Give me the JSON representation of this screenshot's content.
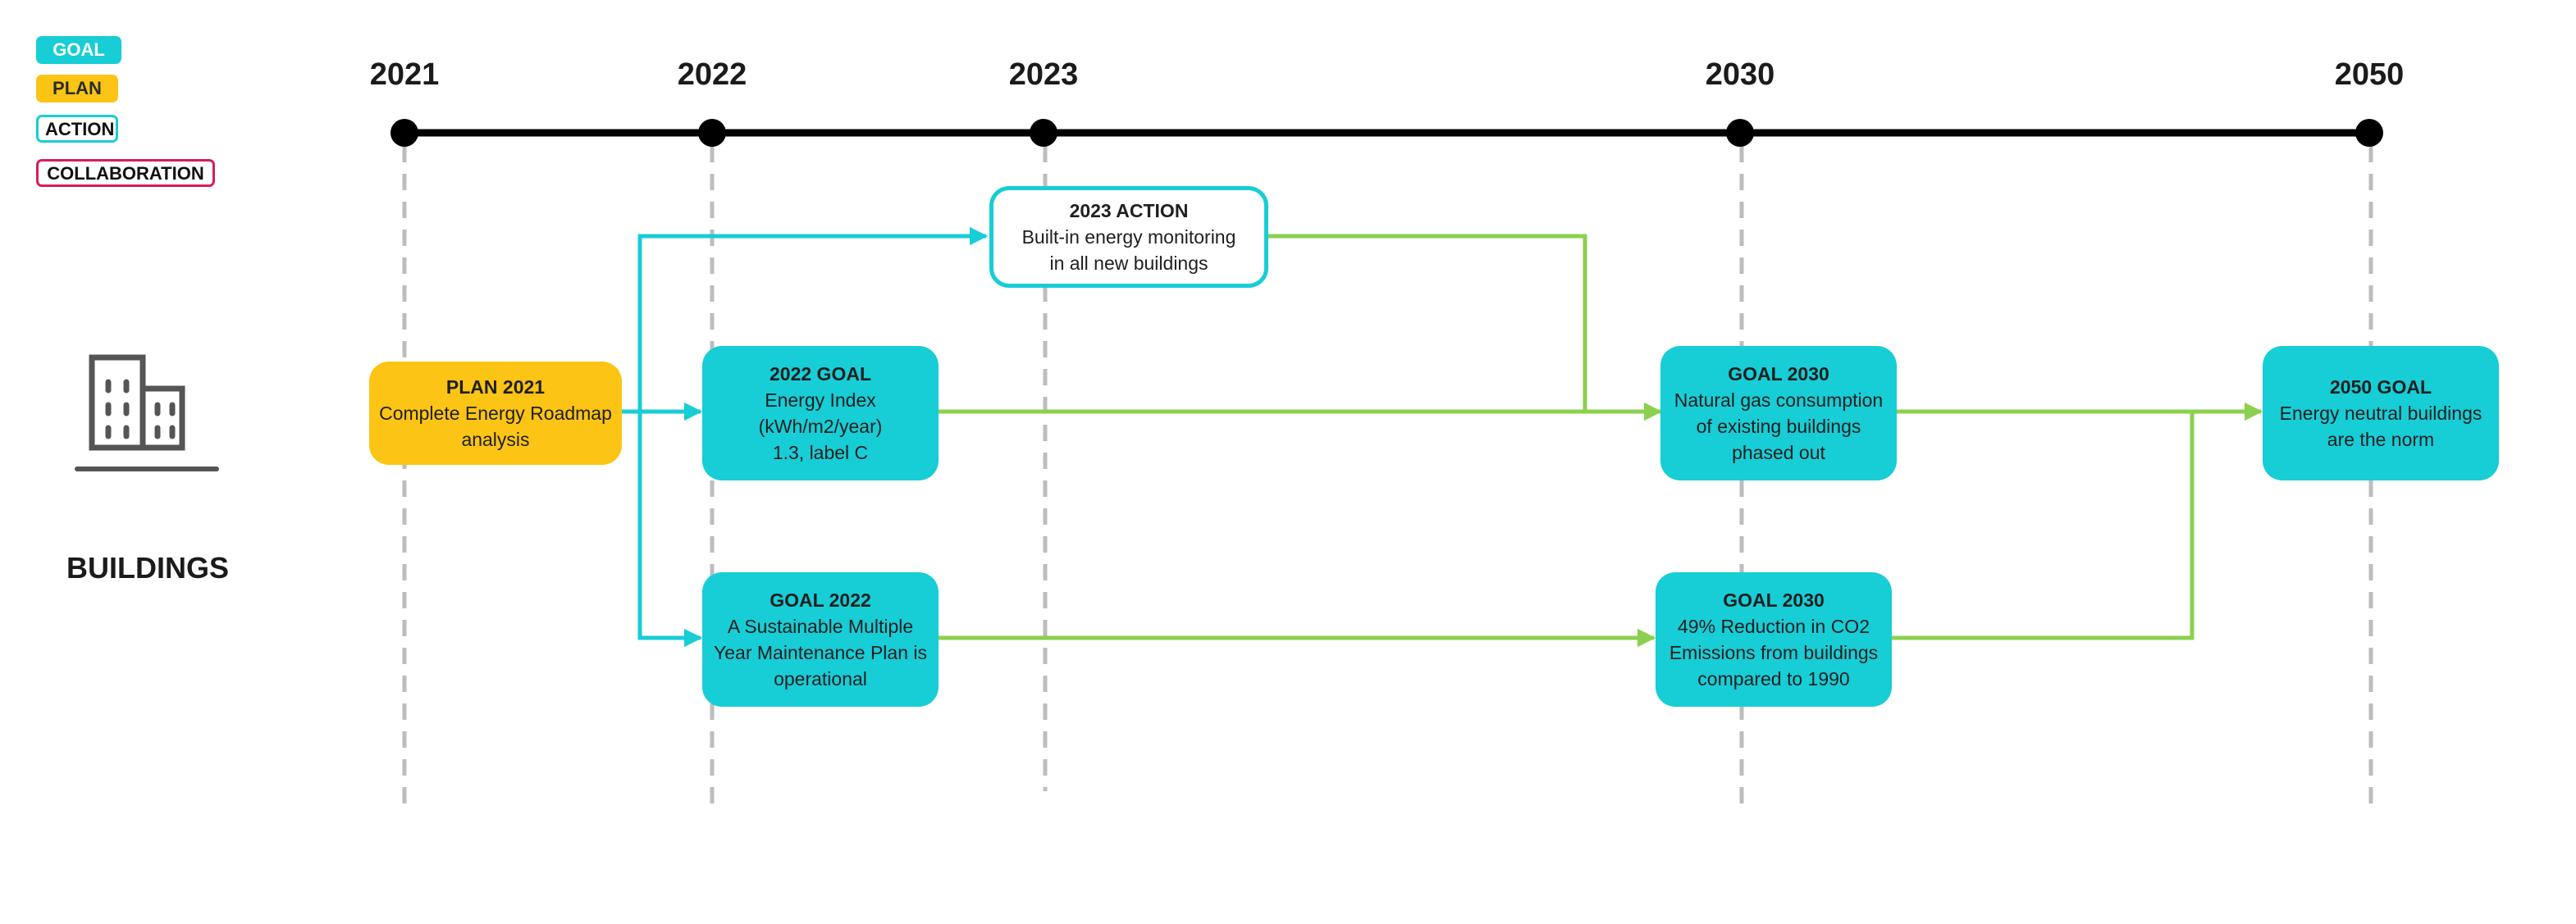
{
  "legend": {
    "goal": "GOAL",
    "plan": "PLAN",
    "action": "ACTION",
    "collaboration": "COLLABORATION"
  },
  "timeline": {
    "years": [
      "2021",
      "2022",
      "2023",
      "2030",
      "2050"
    ]
  },
  "sector": {
    "title": "BUILDINGS",
    "icon": "buildings-icon"
  },
  "boxes": {
    "plan_2021": {
      "title": "PLAN 2021",
      "body": "Complete Energy Roadmap\nanalysis"
    },
    "action_2023": {
      "title": "2023 ACTION",
      "body": "Built-in energy monitoring\nin all new buildings"
    },
    "goal_2022_energy": {
      "title": "2022 GOAL",
      "body": "Energy Index\n(kWh/m2/year)\n1.3, label C"
    },
    "goal_2022_maintenance": {
      "title": "GOAL 2022",
      "body": "A Sustainable Multiple\nYear Maintenance Plan is\noperational"
    },
    "goal_2030_gas": {
      "title": "GOAL 2030",
      "body": "Natural gas consumption\nof existing buildings\nphased out"
    },
    "goal_2030_co2": {
      "title": "GOAL 2030",
      "body": "49% Reduction in CO2\nEmissions from buildings\ncompared to 1990"
    },
    "goal_2050": {
      "title": "2050 GOAL",
      "body": "Energy neutral buildings\nare the norm"
    }
  },
  "colors": {
    "goal": "#17CDD6",
    "plan": "#FCC414",
    "action_border": "#17CDD6",
    "collaboration_border": "#D81B60",
    "arrow_cyan": "#17CDD6",
    "arrow_green": "#8BD04E",
    "timeline": "#000000",
    "guide": "#BDBDBD"
  }
}
